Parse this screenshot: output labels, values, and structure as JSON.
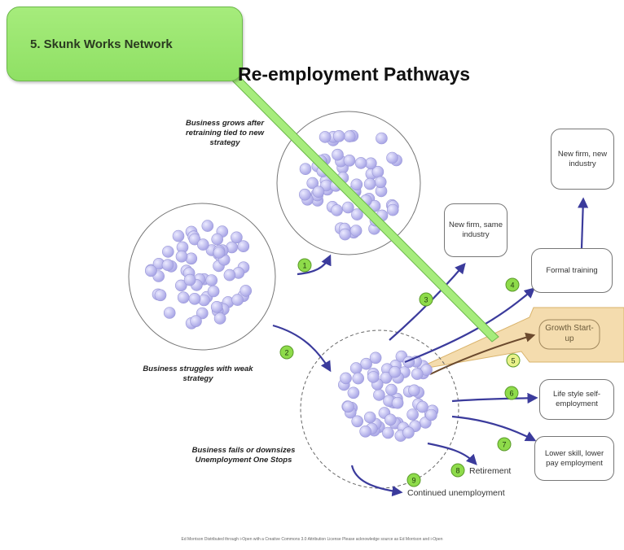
{
  "callout": {
    "label": "5. Skunk Works Network"
  },
  "title": "Re-employment Pathways",
  "captions": {
    "grows": "Business grows after retraining tied to new strategy",
    "struggles": "Business struggles with weak strategy",
    "fails": "Business fails or downsizes Unemployment One Stops"
  },
  "boxes": {
    "new_firm_new_industry": "New firm, new industry",
    "new_firm_same_industry": "New firm, same industry",
    "formal_training": "Formal training",
    "growth_startup": "Growth Start-up",
    "lifestyle": "Life style self-employment",
    "lower_skill": "Lower skill, lower pay employment"
  },
  "labels": {
    "retirement": "Retirement",
    "continued": "Continued unemployment"
  },
  "numbers": [
    "1",
    "2",
    "3",
    "4",
    "5",
    "6",
    "7",
    "8",
    "9"
  ],
  "colors": {
    "arrow": "#3b3b9c",
    "bubble_fill": "#c9c8f2",
    "bubble_stroke": "#9a98d8",
    "badge": "#8edb4a",
    "growth_band": "#f4dcae"
  },
  "footer": "Ed Morrison Distributed through i-Open with a Creative Commons 3.0 Attribution License Please acknowledge source as Ed Morrison and i-Open"
}
